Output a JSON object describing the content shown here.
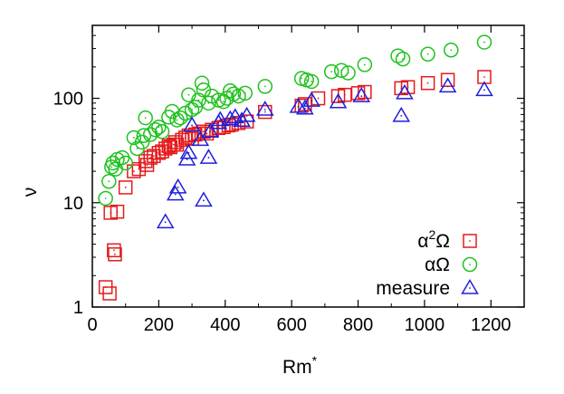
{
  "chart_data": {
    "type": "scatter",
    "title": "",
    "xlabel": "Rm",
    "xlabel_superscript": "*",
    "ylabel": "ν",
    "xlim": [
      0,
      1300
    ],
    "ylim": [
      1,
      500
    ],
    "y_scale": "log",
    "grid": false,
    "legend_position": "bottom-right",
    "x_ticks": [
      "0",
      "200",
      "400",
      "600",
      "800",
      "1000",
      "1200"
    ],
    "y_ticks": [
      "1",
      "10",
      "100"
    ],
    "series": [
      {
        "name": "α²Ω",
        "name_base": "α",
        "name_sup": "2",
        "name_tail": "Ω",
        "marker": "square",
        "color": "#e41a1c",
        "points": [
          [
            40,
            1.55
          ],
          [
            52,
            1.35
          ],
          [
            55,
            8
          ],
          [
            65,
            3.5
          ],
          [
            68,
            3.2
          ],
          [
            75,
            8.2
          ],
          [
            100,
            14
          ],
          [
            125,
            20
          ],
          [
            140,
            21
          ],
          [
            160,
            25
          ],
          [
            165,
            23
          ],
          [
            175,
            27
          ],
          [
            185,
            28
          ],
          [
            200,
            30
          ],
          [
            210,
            31
          ],
          [
            220,
            33
          ],
          [
            230,
            35
          ],
          [
            235,
            34
          ],
          [
            245,
            36
          ],
          [
            250,
            38
          ],
          [
            255,
            36
          ],
          [
            270,
            40
          ],
          [
            280,
            42
          ],
          [
            290,
            44
          ],
          [
            300,
            41
          ],
          [
            310,
            45
          ],
          [
            320,
            46
          ],
          [
            335,
            48
          ],
          [
            345,
            46
          ],
          [
            360,
            50
          ],
          [
            380,
            52
          ],
          [
            395,
            53
          ],
          [
            410,
            55
          ],
          [
            420,
            56
          ],
          [
            440,
            58
          ],
          [
            465,
            60
          ],
          [
            520,
            74
          ],
          [
            630,
            85
          ],
          [
            640,
            88
          ],
          [
            680,
            100
          ],
          [
            740,
            105
          ],
          [
            760,
            108
          ],
          [
            800,
            112
          ],
          [
            820,
            115
          ],
          [
            930,
            125
          ],
          [
            950,
            128
          ],
          [
            1010,
            140
          ],
          [
            1070,
            150
          ],
          [
            1180,
            160
          ]
        ]
      },
      {
        "name": "αΩ",
        "name_base": "αΩ",
        "name_sup": "",
        "name_tail": "",
        "marker": "circle",
        "color": "#1ec21e",
        "points": [
          [
            40,
            11
          ],
          [
            50,
            16
          ],
          [
            58,
            22
          ],
          [
            62,
            24
          ],
          [
            70,
            21
          ],
          [
            75,
            26
          ],
          [
            90,
            27
          ],
          [
            100,
            24
          ],
          [
            125,
            42
          ],
          [
            135,
            33
          ],
          [
            150,
            38
          ],
          [
            155,
            44
          ],
          [
            160,
            65
          ],
          [
            175,
            45
          ],
          [
            190,
            50
          ],
          [
            200,
            53
          ],
          [
            210,
            48
          ],
          [
            230,
            66
          ],
          [
            240,
            75
          ],
          [
            255,
            62
          ],
          [
            265,
            65
          ],
          [
            280,
            72
          ],
          [
            290,
            108
          ],
          [
            300,
            78
          ],
          [
            310,
            82
          ],
          [
            320,
            96
          ],
          [
            330,
            140
          ],
          [
            335,
            120
          ],
          [
            350,
            90
          ],
          [
            360,
            105
          ],
          [
            380,
            96
          ],
          [
            395,
            93
          ],
          [
            405,
            100
          ],
          [
            415,
            118
          ],
          [
            425,
            110
          ],
          [
            440,
            105
          ],
          [
            460,
            112
          ],
          [
            520,
            130
          ],
          [
            630,
            155
          ],
          [
            645,
            150
          ],
          [
            660,
            145
          ],
          [
            720,
            180
          ],
          [
            750,
            185
          ],
          [
            770,
            175
          ],
          [
            820,
            210
          ],
          [
            920,
            255
          ],
          [
            935,
            238
          ],
          [
            1010,
            265
          ],
          [
            1080,
            290
          ],
          [
            1180,
            345
          ]
        ]
      },
      {
        "name": "measure",
        "name_base": "measure",
        "name_sup": "",
        "name_tail": "",
        "marker": "triangle",
        "color": "#1f1fdb",
        "points": [
          [
            220,
            6.5
          ],
          [
            250,
            12
          ],
          [
            258,
            14
          ],
          [
            285,
            26
          ],
          [
            290,
            30
          ],
          [
            300,
            55
          ],
          [
            325,
            40
          ],
          [
            335,
            10.5
          ],
          [
            350,
            27
          ],
          [
            355,
            48
          ],
          [
            380,
            58
          ],
          [
            385,
            62
          ],
          [
            415,
            63
          ],
          [
            430,
            66
          ],
          [
            450,
            61
          ],
          [
            465,
            68
          ],
          [
            520,
            78
          ],
          [
            620,
            83
          ],
          [
            640,
            80
          ],
          [
            660,
            95
          ],
          [
            740,
            92
          ],
          [
            810,
            105
          ],
          [
            930,
            68
          ],
          [
            940,
            112
          ],
          [
            1070,
            130
          ],
          [
            1180,
            120
          ]
        ]
      }
    ]
  }
}
